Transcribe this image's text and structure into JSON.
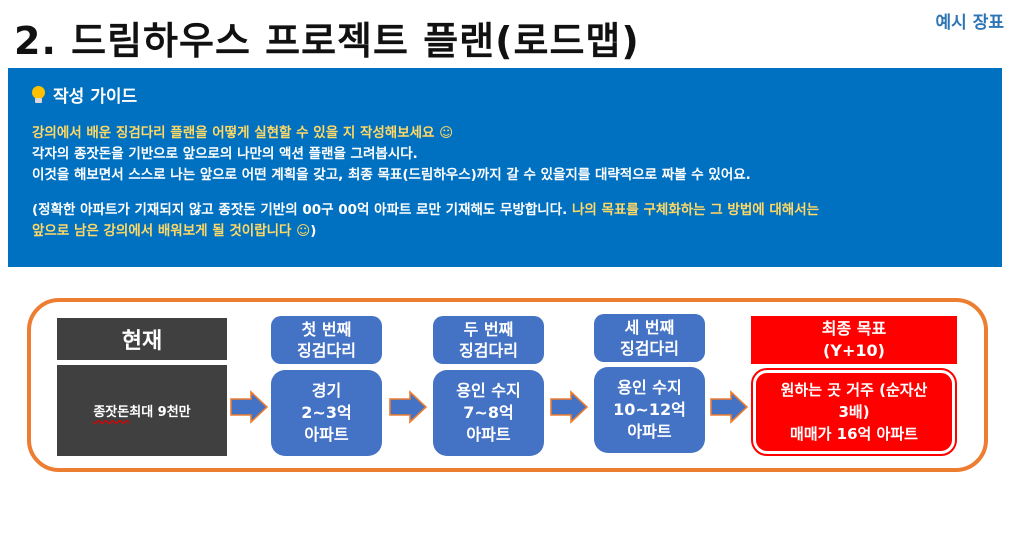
{
  "title": "2. 드림하우스 프로젝트 플랜(로드맵)",
  "example_tag": "예시 장표",
  "guide": {
    "heading": "작성 가이드",
    "line1": "강의에서 배운 징검다리 플랜을 어떻게 실현할 수 있을 지 작성해보세요 ☺",
    "line2": "각자의 종잣돈을 기반으로 앞으로의 나만의 액션 플랜을 그려봅시다.",
    "line3": "이것을 해보면서 스스로 나는 앞으로 어떤 계획을 갖고, 최종 목표(드림하우스)까지 갈 수 있을지를 대략적으로 짜볼 수 있어요.",
    "line4_white": "(정확한 아파트가 기재되지 않고 종잣돈 기반의 00구 00억 아파트 로만 기재해도 무방합니다.",
    "line4_yellow": " 나의 목표를 구체화하는 그 방법에 대해서는",
    "line5_yellow": "앞으로 남은 강의에서 배워보게 될 것이랍니다 ☺",
    "line5_white": ")"
  },
  "roadmap": {
    "current": {
      "head": "현재",
      "body_underlined": "종잣돈",
      "body_rest": " 최대 9천만"
    },
    "step1": {
      "head_1": "첫 번째",
      "head_2": "징검다리",
      "body_1": "경기",
      "body_2": "2~3억",
      "body_3": "아파트"
    },
    "step2": {
      "head_1": "두 번째",
      "head_2": "징검다리",
      "body_1": "용인 수지",
      "body_2": "7~8억",
      "body_3": "아파트"
    },
    "step3": {
      "head_1": "세 번째",
      "head_2": "징검다리",
      "body_1": "용인 수지",
      "body_2": "10~12억",
      "body_3": "아파트"
    },
    "final": {
      "head_1": "최종 목표",
      "head_2": "(Y+10)",
      "body_1": "원하는 곳 거주 (순자산",
      "body_2": "3배)",
      "body_3": "매매가 16억 아파트"
    }
  },
  "colors": {
    "guide_bg": "#0070c0",
    "highlight_yellow": "#ffd966",
    "step_blue": "#4472c4",
    "current_dark": "#404040",
    "final_red": "#ff0000",
    "frame_orange": "#ed7d31",
    "arrow_blue": "#4472c4",
    "arrow_orange": "#ed7d31"
  },
  "icons": {
    "guide": "lightbulb-icon",
    "flow": "right-arrow-icon"
  }
}
